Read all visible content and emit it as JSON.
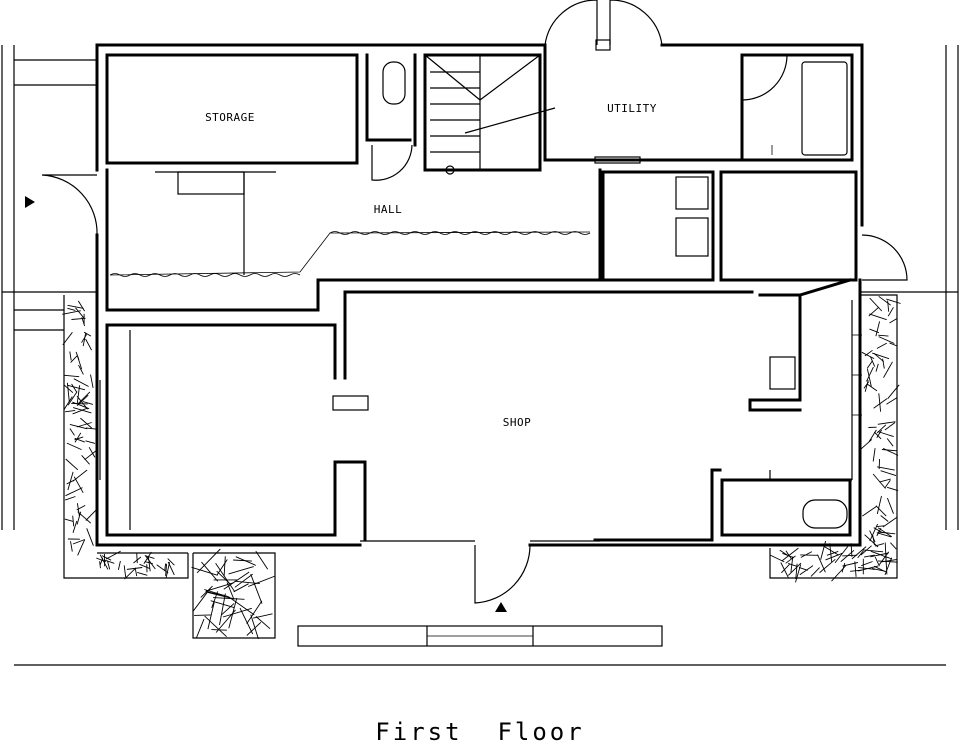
{
  "caption": "First  Floor",
  "rooms": {
    "storage": "STORAGE",
    "utility": "UTILITY",
    "hall": "HALL",
    "shop": "SHOP"
  },
  "entrances": [
    {
      "label": "side-entrance-arrow",
      "icon": "triangle-right"
    },
    {
      "label": "main-entrance-arrow",
      "icon": "triangle-up"
    }
  ],
  "colors": {
    "ink": "#000000",
    "paper": "#ffffff"
  }
}
